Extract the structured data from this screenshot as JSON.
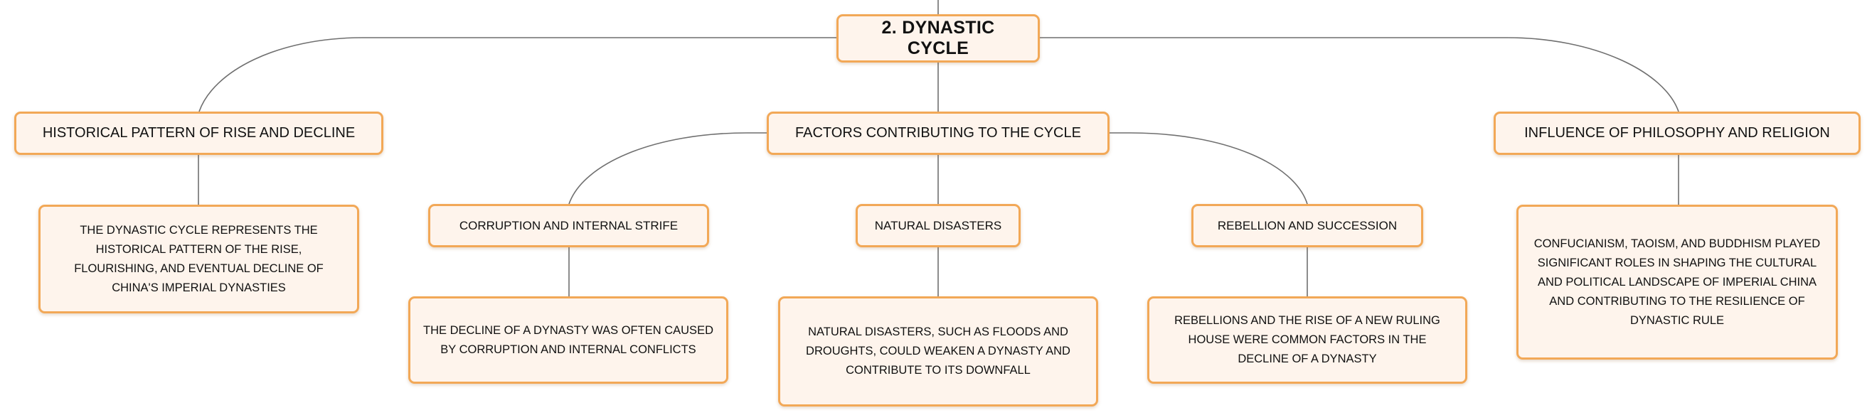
{
  "root": {
    "label": "2. Dynastic Cycle"
  },
  "historical": {
    "label": "Historical pattern of rise and decline",
    "detail": "The dynastic cycle represents the historical pattern of the rise, flourishing, and eventual decline of China's imperial dynasties"
  },
  "factors": {
    "label": "Factors contributing to the cycle",
    "corruption": {
      "label": "Corruption and internal strife",
      "detail": "The decline of a dynasty was often caused by corruption and internal conflicts"
    },
    "disasters": {
      "label": "Natural disasters",
      "detail": "Natural disasters, such as floods and droughts, could weaken a dynasty and contribute to its downfall"
    },
    "rebellion": {
      "label": "Rebellion and succession",
      "detail": "Rebellions and the rise of a new ruling house were common factors in the decline of a dynasty"
    }
  },
  "influence": {
    "label": "Influence of philosophy and religion",
    "detail": "Confucianism, Taoism, and Buddhism played significant roles in shaping the cultural and political landscape of imperial China and contributing to the resilience of dynastic rule"
  }
}
